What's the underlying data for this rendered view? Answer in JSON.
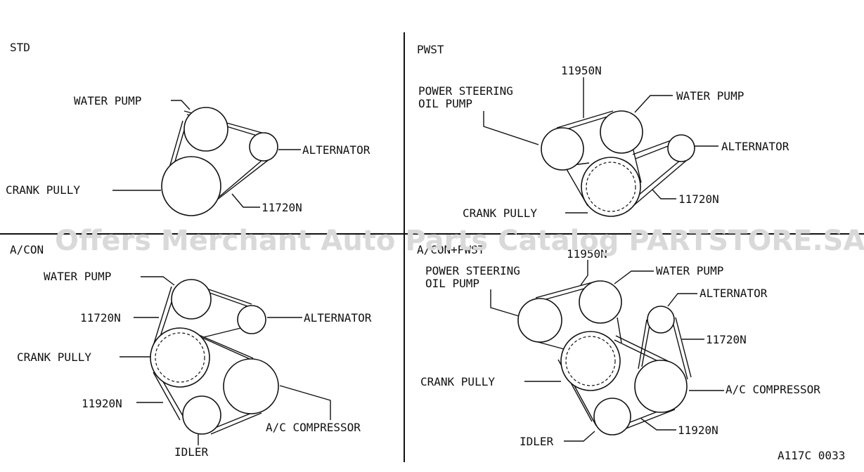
{
  "watermark": "Offers Merchant Auto Parts Catalog PARTSTORE.SA",
  "figure_code": "A117C 0033",
  "panels": {
    "std": {
      "title": "STD",
      "water_pump": "WATER PUMP",
      "alternator": "ALTERNATOR",
      "crank_pully": "CRANK PULLY",
      "belt": "11720N"
    },
    "pwst": {
      "title": "PWST",
      "belt_ps": "11950N",
      "ps_pump_line1": "POWER STEERING",
      "ps_pump_line2": "OIL PUMP",
      "water_pump": "WATER PUMP",
      "alternator": "ALTERNATOR",
      "belt": "11720N",
      "crank_pully": "CRANK PULLY"
    },
    "acon": {
      "title": "A/CON",
      "water_pump": "WATER PUMP",
      "belt_alt": "11720N",
      "alternator": "ALTERNATOR",
      "crank_pully": "CRANK PULLY",
      "belt_ac": "11920N",
      "ac_compressor": "A/C COMPRESSOR",
      "idler": "IDLER"
    },
    "acon_pwst": {
      "title": "A/CON+PWST",
      "belt_ps": "11950N",
      "ps_pump_line1": "POWER STEERING",
      "ps_pump_line2": "OIL PUMP",
      "water_pump": "WATER PUMP",
      "alternator": "ALTERNATOR",
      "belt_alt": "11720N",
      "crank_pully": "CRANK PULLY",
      "ac_compressor": "A/C COMPRESSOR",
      "idler": "IDLER",
      "belt_ac": "11920N"
    }
  }
}
